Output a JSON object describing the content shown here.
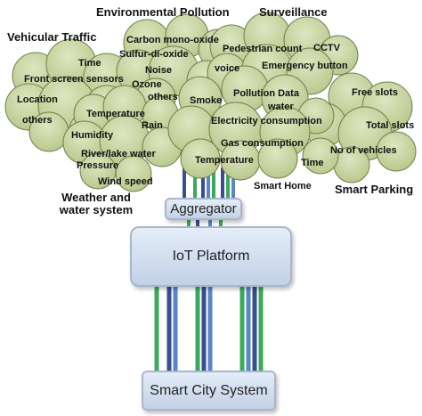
{
  "headings": {
    "vehicular": "Vehicular Traffic",
    "environmental": "Environmental Pollution",
    "surveillance": "Surveillance",
    "weather": "Weather and water system",
    "smart_home": "Smart Home",
    "smart_parking": "Smart Parking"
  },
  "vehicular_items": [
    "Time",
    "Front screen sensors",
    "Location",
    "others"
  ],
  "environmental_items": [
    "Carbon mono-oxide",
    "Sulfur-di-oxide",
    "Noise",
    "Ozone",
    "others"
  ],
  "surveillance_items": [
    "Pedestrian count",
    "CCTV",
    "voice",
    "Emergency button"
  ],
  "weather_items": [
    "Temperature",
    "Rain",
    "Humidity",
    "River/lake water",
    "Pressure",
    "Wind speed"
  ],
  "smart_home_items": [
    "Smoke",
    "Pollution Data",
    "water",
    "Electricity consumption",
    "Gas consumption",
    "Temperature"
  ],
  "parking_items": [
    "Free slots",
    "Total slots",
    "No of vehicles",
    "Time"
  ],
  "boxes": {
    "aggregator": "Aggregator",
    "iot_platform": "IoT Platform",
    "smart_city": "Smart City System"
  },
  "colors": {
    "cloud_fill": "#c9d5a3",
    "box_fill": "#cfdcef",
    "wire_green": "#3aaa5a",
    "wire_navy": "#3a4d8f",
    "wire_blue": "#5a86c8"
  }
}
